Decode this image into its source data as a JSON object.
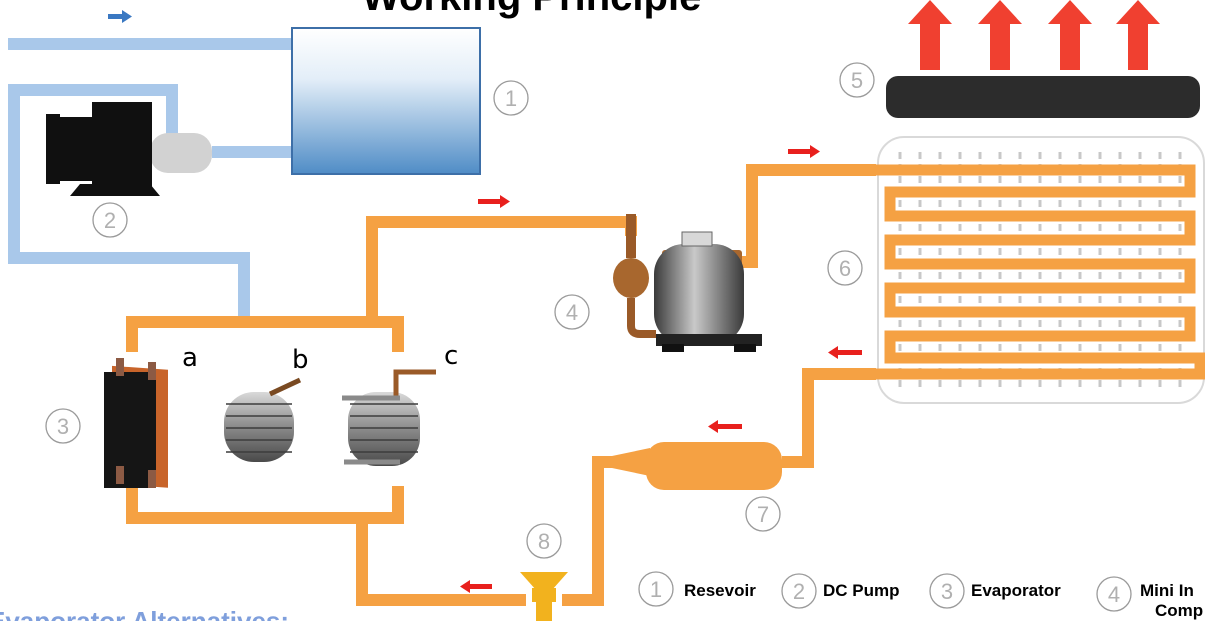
{
  "title": "Working Principle",
  "component_numbers": [
    "1",
    "2",
    "3",
    "4",
    "5",
    "6",
    "7",
    "8"
  ],
  "evaporator_variants": [
    "a",
    "b",
    "c"
  ],
  "legend": [
    {
      "num": "1",
      "label": "Resevoir"
    },
    {
      "num": "2",
      "label": "DC Pump"
    },
    {
      "num": "3",
      "label": "Evaporator"
    },
    {
      "num": "4",
      "label": "Mini In",
      "label2": "Comp"
    }
  ],
  "alternatives_title": "Evaporator Alternatives:",
  "colors": {
    "water_pipe": "#a9c8ea",
    "refrigerant_pipe": "#f5a143",
    "flow_arrow": "#e8201d",
    "heat_arrow": "#f04030",
    "legend_circle": "#9a9a9a"
  },
  "icons": [
    "flow-arrow-icon",
    "heat-arrow-icon",
    "pump-icon",
    "compressor-icon",
    "expansion-valve-icon"
  ]
}
